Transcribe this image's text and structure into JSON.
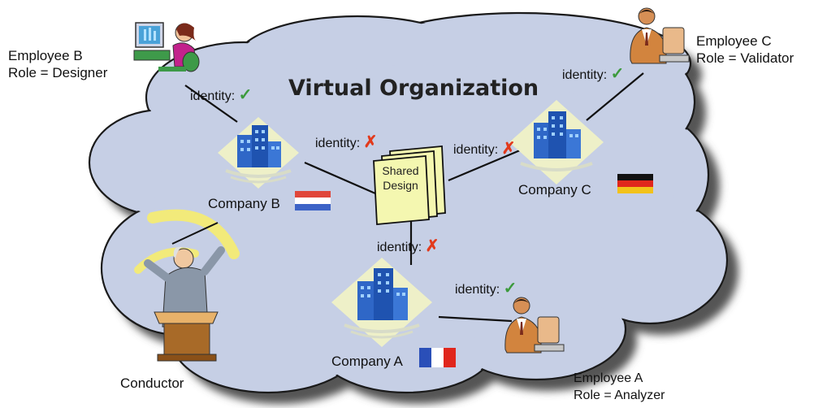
{
  "title": "Virtual Organization",
  "shared_design": {
    "line1": "Shared",
    "line2": "Design"
  },
  "companies": {
    "a": {
      "label": "Company A",
      "flag": "france-flag"
    },
    "b": {
      "label": "Company B",
      "flag": "netherlands-flag"
    },
    "c": {
      "label": "Company C",
      "flag": "germany-flag"
    }
  },
  "employees": {
    "a": {
      "name": "Employee A",
      "role": "Role = Analyzer",
      "icon": "employee-a-icon"
    },
    "b": {
      "name": "Employee B",
      "role": "Role = Designer",
      "icon": "employee-b-icon"
    },
    "c": {
      "name": "Employee C",
      "role": "Role = Validator",
      "icon": "employee-c-icon"
    }
  },
  "conductor": {
    "label": "Conductor",
    "icon": "conductor-icon"
  },
  "identity_label": "identity:",
  "identity_marks": {
    "employee_b": "✓",
    "company_b": "✗",
    "company_c": "✗",
    "employee_c": "✓",
    "company_a": "✗",
    "employee_a": "✓"
  },
  "colors": {
    "cloud_fill": "#c6cfe5",
    "cloud_stroke": "#1a1a1a",
    "shadow": "#555555",
    "check": "#3c9a3c",
    "cross": "#e23a1c",
    "document": "#f4f7b0"
  }
}
